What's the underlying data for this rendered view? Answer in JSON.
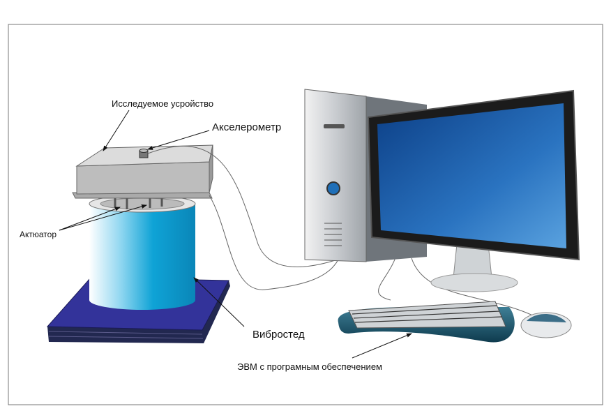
{
  "labels": {
    "device": "Исследуемое усройство",
    "accelerometer": "Акселерометр",
    "actuator": "Актюатор",
    "shaker": "Вибростед",
    "computer": "ЭВМ с програмным обеспечением"
  },
  "colors": {
    "base": "#33339a",
    "cylinder": "#0fa3d6",
    "screen": "#1f5fa8",
    "device": "#c8c8c8"
  }
}
